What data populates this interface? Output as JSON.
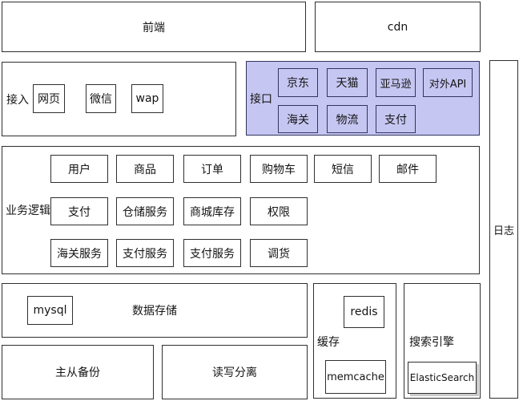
{
  "colors": {
    "background": "#ffffff",
    "box_border": "#2f2f2f",
    "interface_fill": "#c6c6f2",
    "interface_border": "#34345e",
    "text": "#141414"
  },
  "frontend": {
    "label": "前端"
  },
  "cdn": {
    "label": "cdn"
  },
  "access": {
    "label": "接入",
    "items": [
      "网页",
      "微信",
      "wap"
    ]
  },
  "interface": {
    "label": "接口",
    "row1": [
      "京东",
      "天猫",
      "亚马逊",
      "对外API"
    ],
    "row2": [
      "海关",
      "物流",
      "支付"
    ]
  },
  "logic": {
    "label": "业务逻辑",
    "row1": [
      "用户",
      "商品",
      "订单",
      "购物车",
      "短信",
      "邮件"
    ],
    "row2": [
      "支付",
      "仓储服务",
      "商城库存",
      "权限"
    ],
    "row3": [
      "海关服务",
      "支付服务",
      "支付服务",
      "调货"
    ]
  },
  "storage": {
    "label": "数据存储",
    "item": "mysql",
    "children": [
      "主从备份",
      "读写分离"
    ]
  },
  "cache": {
    "label": "缓存",
    "items": [
      "redis",
      "memcache"
    ]
  },
  "search": {
    "label": "搜索引擎",
    "item": "ElasticSearch"
  },
  "log": {
    "label": "日志"
  }
}
